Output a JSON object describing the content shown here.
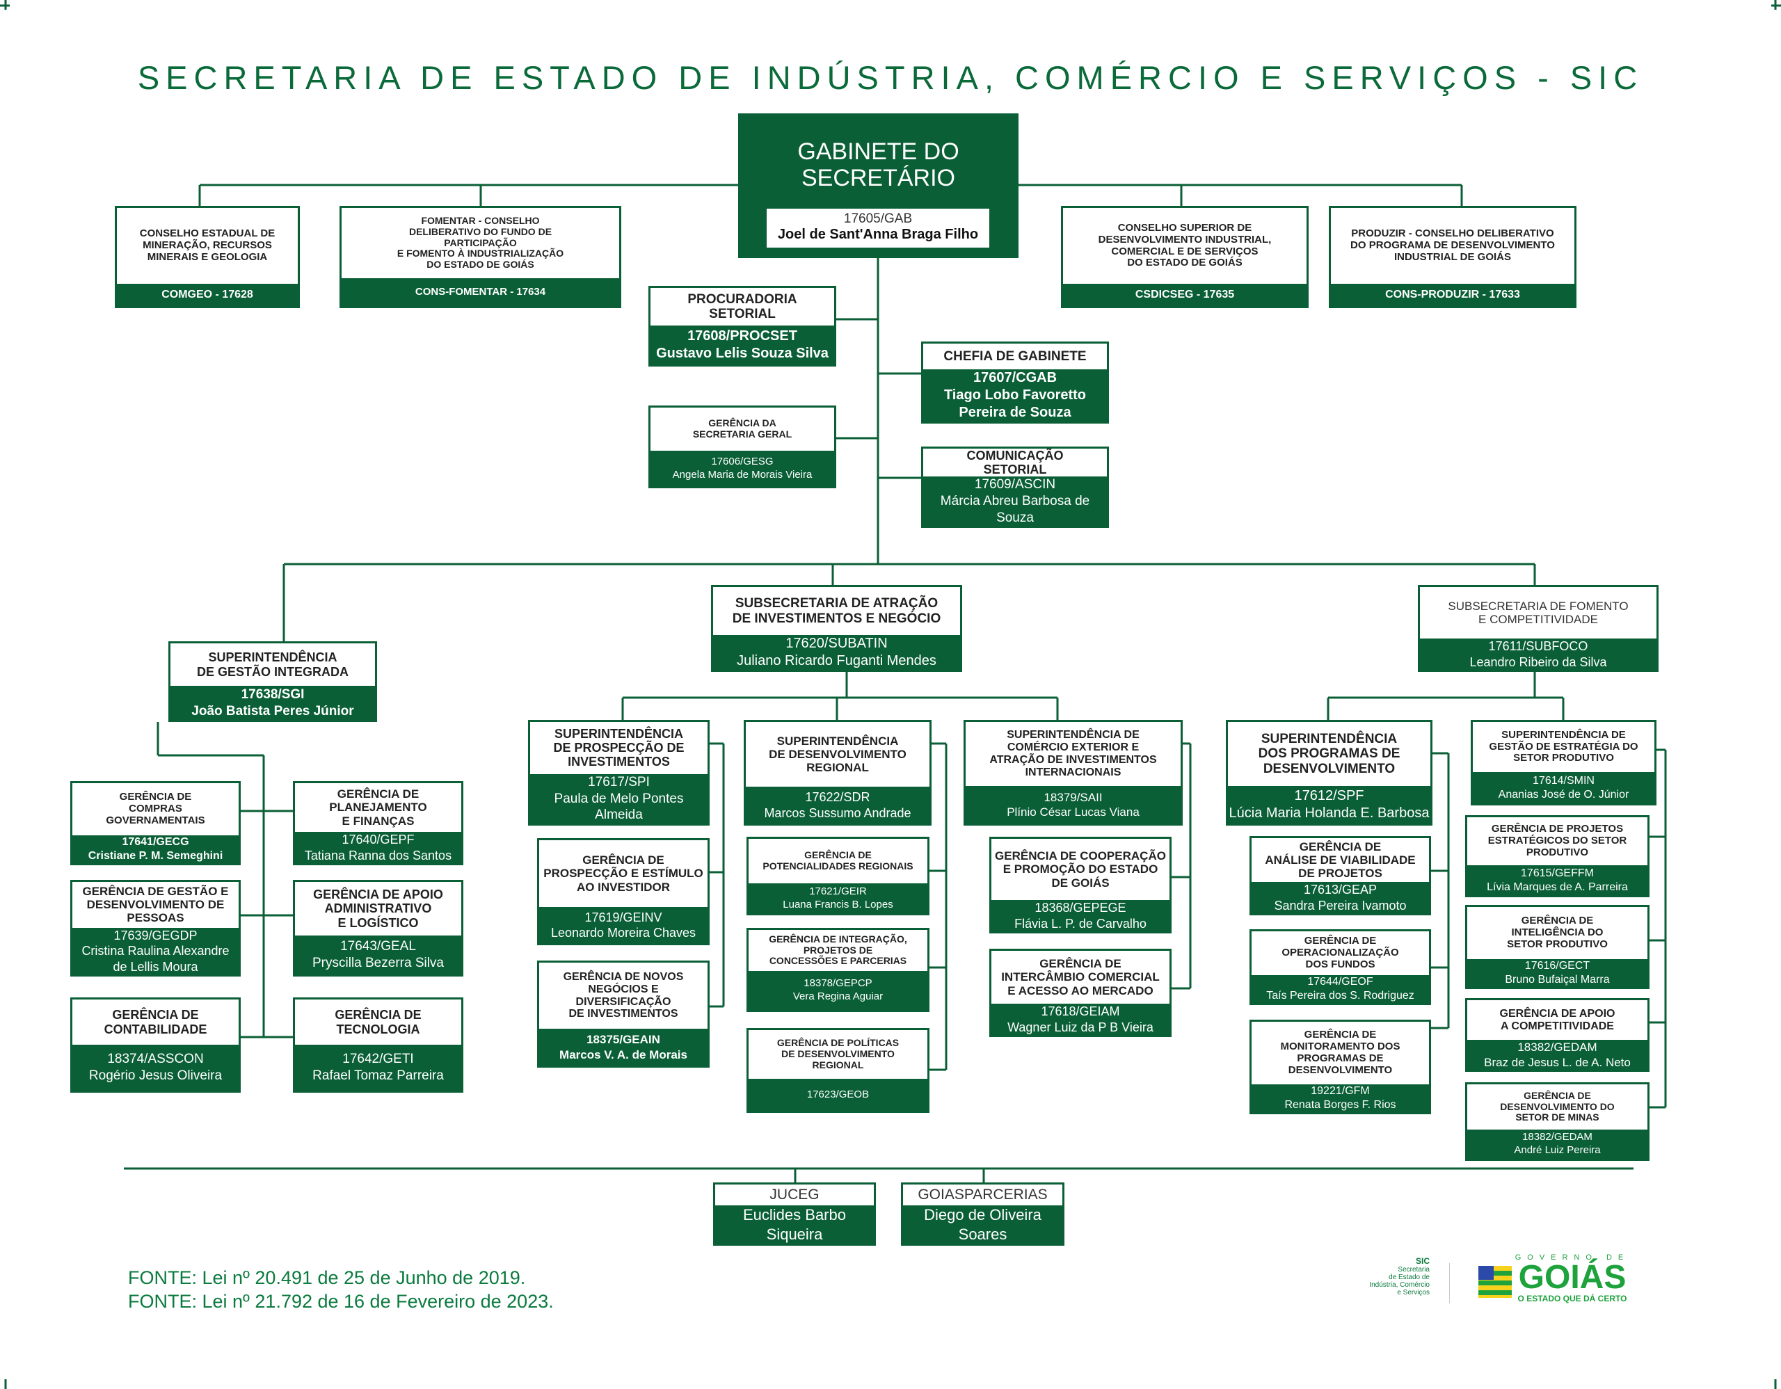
{
  "header": {
    "title": "SECRETARIA DE ESTADO DE INDÚSTRIA, COMÉRCIO E SERVIÇOS - SIC"
  },
  "gabinete": {
    "title": "GABINETE DO\nSECRETÁRIO",
    "code": "17605/GAB",
    "name": "Joel de Sant'Anna Braga Filho"
  },
  "boxes": {
    "comgeo": {
      "title": "CONSELHO ESTADUAL DE\nMINERAÇÃO, RECURSOS\nMINERAIS E GEOLOGIA",
      "code": "COMGEO - 17628"
    },
    "fomentar": {
      "title": "FOMENTAR - CONSELHO\nDELIBERATIVO DO FUNDO DE\nPARTICIPAÇÃO\nE FOMENTO À INDUSTRIALIZAÇÃO\nDO ESTADO DE GOIÁS",
      "code": "CONS-FOMENTAR - 17634"
    },
    "csdicseg": {
      "title": "CONSELHO SUPERIOR DE\nDESENVOLVIMENTO INDUSTRIAL,\nCOMERCIAL E DE SERVIÇOS\nDO ESTADO DE GOIÁS",
      "code": "CSDICSEG - 17635"
    },
    "produzir": {
      "title": "PRODUZIR - CONSELHO DELIBERATIVO\nDO PROGRAMA DE DESENVOLVIMENTO\nINDUSTRIAL DE GOIÁS",
      "code": "CONS-PRODUZIR - 17633"
    },
    "procset": {
      "title": "PROCURADORIA SETORIAL",
      "code": "17608/PROCSET",
      "name": "Gustavo Lelis Souza Silva"
    },
    "gesg": {
      "title": "GERÊNCIA DA\nSECRETARIA GERAL",
      "code": "17606/GESG",
      "name": "Angela Maria de Morais Vieira"
    },
    "cgab": {
      "title": "CHEFIA DE GABINETE",
      "code": "17607/CGAB",
      "name": "Tiago Lobo Favoretto\nPereira de Souza"
    },
    "ascin": {
      "title": "COMUNICAÇÃO\nSETORIAL",
      "code": "17609/ASCIN",
      "name": "Márcia Abreu Barbosa de Souza"
    },
    "sgi": {
      "title": "SUPERINTENDÊNCIA\nDE GESTÃO INTEGRADA",
      "code": "17638/SGI",
      "name": "João Batista Peres Júnior"
    },
    "subatin": {
      "title": "SUBSECRETARIA DE ATRAÇÃO\nDE INVESTIMENTOS E NEGÓCIO",
      "code": "17620/SUBATIN",
      "name": "Juliano Ricardo Fuganti Mendes"
    },
    "subfoco": {
      "title": "SUBSECRETARIA DE FOMENTO\nE COMPETITIVIDADE",
      "code": "17611/SUBFOCO",
      "name": "Leandro Ribeiro da Silva"
    },
    "gecg": {
      "title": "GERÊNCIA DE\nCOMPRAS\nGOVERNAMENTAIS",
      "code": "17641/GECG",
      "name": "Cristiane P. M. Semeghini"
    },
    "gepf": {
      "title": "GERÊNCIA DE\nPLANEJAMENTO\nE FINANÇAS",
      "code": "17640/GEPF",
      "name": "Tatiana Ranna dos Santos"
    },
    "gegdp": {
      "title": "GERÊNCIA DE GESTÃO E\nDESENVOLVIMENTO DE\nPESSOAS",
      "code": "17639/GEGDP",
      "name": "Cristina Raulina Alexandre\nde Lellis Moura"
    },
    "geal": {
      "title": "GERÊNCIA DE APOIO\nADMINISTRATIVO\nE LOGÍSTICO",
      "code": "17643/GEAL",
      "name": "Pryscilla Bezerra Silva"
    },
    "asscon": {
      "title": "GERÊNCIA DE\nCONTABILIDADE",
      "code": "18374/ASSCON",
      "name": "Rogério Jesus Oliveira"
    },
    "geti": {
      "title": "GERÊNCIA DE\nTECNOLOGIA",
      "code": "17642/GETI",
      "name": "Rafael Tomaz Parreira"
    },
    "spi": {
      "title": "SUPERINTENDÊNCIA\nDE PROSPECÇÃO DE\nINVESTIMENTOS",
      "code": "17617/SPI",
      "name": "Paula de Melo Pontes Almeida"
    },
    "geinv": {
      "title": "GERÊNCIA DE\nPROSPECÇÃO E ESTÍMULO\nAO INVESTIDOR",
      "code": "17619/GEINV",
      "name": "Leonardo Moreira Chaves"
    },
    "geain": {
      "title": "GERÊNCIA DE NOVOS\nNEGÓCIOS E\nDIVERSIFICAÇÃO\nDE INVESTIMENTOS",
      "code": "18375/GEAIN",
      "name": "Marcos V. A. de Morais"
    },
    "sdr": {
      "title": "SUPERINTENDÊNCIA\nDE DESENVOLVIMENTO\nREGIONAL",
      "code": "17622/SDR",
      "name": "Marcos Sussumo Andrade"
    },
    "geir": {
      "title": "GERÊNCIA DE\nPOTENCIALIDADES REGIONAIS",
      "code": "17621/GEIR",
      "name": "Luana Francis B. Lopes"
    },
    "gepcp": {
      "title": "GERÊNCIA DE INTEGRAÇÃO,\nPROJETOS DE\nCONCESSÕES E PARCERIAS",
      "code": "18378/GEPCP",
      "name": "Vera Regina Aguiar"
    },
    "geob": {
      "title": "GERÊNCIA DE POLÍTICAS\nDE DESENVOLVIMENTO\nREGIONAL",
      "code": "17623/GEOB"
    },
    "saii": {
      "title": "SUPERINTENDÊNCIA DE\nCOMÉRCIO EXTERIOR E\nATRAÇÃO DE INVESTIMENTOS\nINTERNACIONAIS",
      "code": "18379/SAII",
      "name": "Plínio César Lucas Viana"
    },
    "gepege": {
      "title": "GERÊNCIA DE COOPERAÇÃO\nE PROMOÇÃO DO ESTADO\nDE GOIÁS",
      "code": "18368/GEPEGE",
      "name": "Flávia L. P. de Carvalho"
    },
    "geiam": {
      "title": "GERÊNCIA DE\nINTERCÂMBIO COMERCIAL\nE ACESSO AO MERCADO",
      "code": "17618/GEIAM",
      "name": "Wagner Luiz da P B Vieira"
    },
    "spf": {
      "title": "SUPERINTENDÊNCIA\nDOS PROGRAMAS DE\nDESENVOLVIMENTO",
      "code": "17612/SPF",
      "name": "Lúcia Maria Holanda E. Barbosa"
    },
    "geap": {
      "title": "GERÊNCIA DE\nANÁLISE DE VIABILIDADE\nDE PROJETOS",
      "code": "17613/GEAP",
      "name": "Sandra Pereira Ivamoto"
    },
    "geof": {
      "title": "GERÊNCIA DE\nOPERACIONALIZAÇÃO\nDOS FUNDOS",
      "code": "17644/GEOF",
      "name": "Taís Pereira dos S. Rodriguez"
    },
    "gfm": {
      "title": "GERÊNCIA DE\nMONITORAMENTO DOS\nPROGRAMAS DE\nDESENVOLVIMENTO",
      "code": "19221/GFM",
      "name": "Renata Borges F. Rios"
    },
    "smin": {
      "title": "SUPERINTENDÊNCIA DE\nGESTÃO DE ESTRATÉGIA DO\nSETOR PRODUTIVO",
      "code": "17614/SMIN",
      "name": "Ananias José de O. Júnior"
    },
    "geffm": {
      "title": "GERÊNCIA DE PROJETOS\nESTRATÉGICOS DO SETOR\nPRODUTIVO",
      "code": "17615/GEFFM",
      "name": "Lívia Marques de A. Parreira"
    },
    "gect": {
      "title": "GERÊNCIA DE\nINTELIGÊNCIA DO\nSETOR PRODUTIVO",
      "code": "17616/GECT",
      "name": "Bruno Bufaiçal Marra"
    },
    "gedam1": {
      "title": "GERÊNCIA DE APOIO\nA COMPETITIVIDADE",
      "code": "18382/GEDAM",
      "name": "Braz de Jesus L. de A. Neto"
    },
    "gedam2": {
      "title": "GERÊNCIA DE\nDESENVOLVIMENTO DO\nSETOR DE MINAS",
      "code": "18382/GEDAM",
      "name": "André Luiz Pereira"
    },
    "juceg": {
      "title": "JUCEG",
      "name": "Euclides Barbo Siqueira"
    },
    "goiasparcerias": {
      "title": "GOIASPARCERIAS",
      "name": "Diego de Oliveira Soares"
    }
  },
  "footer": {
    "sources": [
      "FONTE: Lei nº 20.491 de 25 de Junho de 2019.",
      "FONTE: Lei nº 21.792 de 16 de Fevereiro de 2023."
    ]
  },
  "logo": {
    "sic_short": "SIC",
    "sic_full": "Secretaria\nde Estado de\nIndústria, Comércio\ne Serviços",
    "gov_top": "GOVERNO DE",
    "gov_main": "GOIÁS",
    "gov_slogan": "O ESTADO QUE DÁ CERTO"
  },
  "colors": {
    "primary": "#0a5f36",
    "title": "#0b6a3a",
    "logo_green": "#1da23c",
    "logo_yellow": "#f6d21c",
    "logo_blue": "#2b49a8"
  }
}
